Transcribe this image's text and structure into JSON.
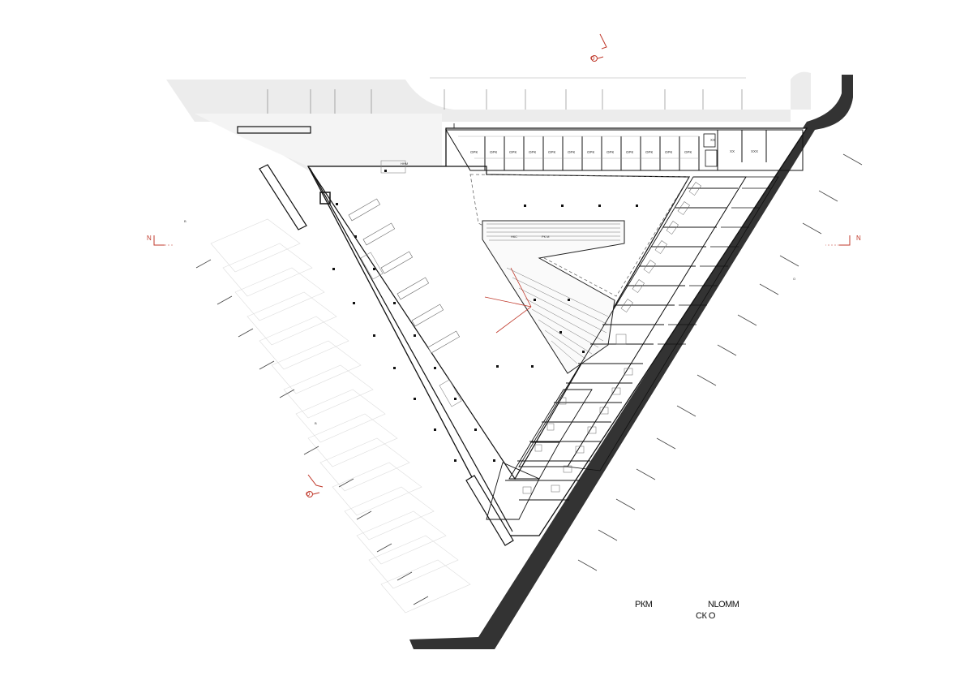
{
  "section_markers": [
    {
      "id": "top",
      "label": "O"
    },
    {
      "id": "bottom-left",
      "label": "O"
    }
  ],
  "north_markers": [
    {
      "id": "left",
      "label": "N"
    },
    {
      "id": "right",
      "label": "N"
    }
  ],
  "room_labels": {
    "top_row_repeat": "ОРК",
    "top_right_1": "ХХ",
    "top_right_2": "ХХ",
    "top_right_3": "ХХХ",
    "courtyard_1": "НКС",
    "courtyard_2": "РК М",
    "side_1": "В",
    "side_2": "В",
    "right_small": "О",
    "hall": "ННМ"
  },
  "title_block": {
    "left": "РКМ",
    "right": "NLOMM",
    "second_line": "СК О"
  },
  "colors": {
    "wall": "#111111",
    "paving": "#ececec",
    "section_red": "#c0392b"
  }
}
